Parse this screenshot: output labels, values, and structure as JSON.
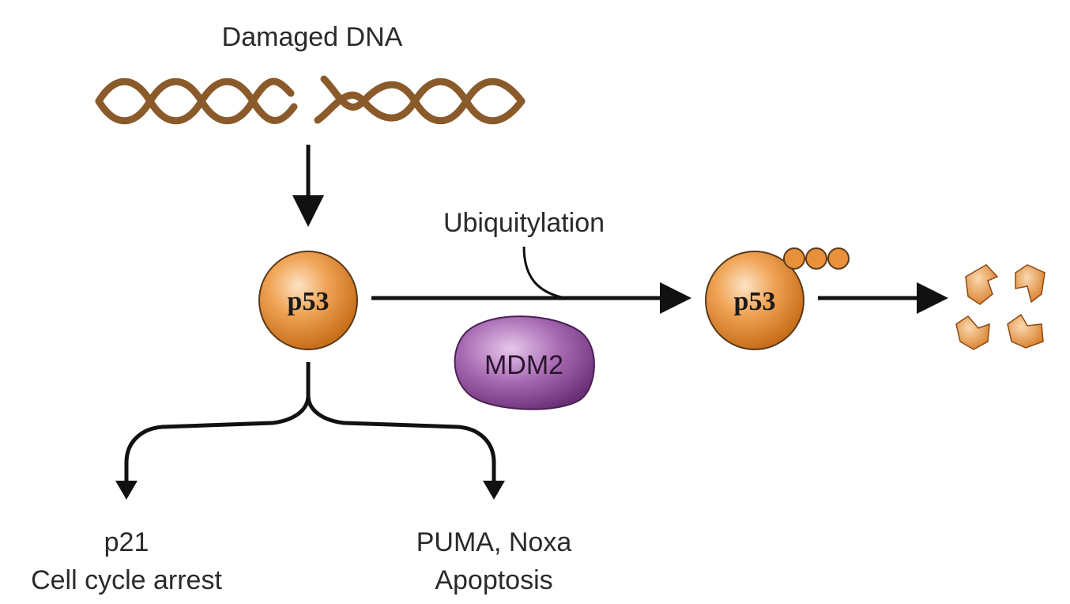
{
  "diagram": {
    "damaged_dna_label": "Damaged DNA",
    "p53_label": "p53",
    "p53_ub_label": "p53",
    "ubiquitylation_label": "Ubiquitylation",
    "mdm2_label": "MDM2",
    "left_outcome_line1": "p21",
    "left_outcome_line2": "Cell cycle arrest",
    "right_outcome_line1": "PUMA, Noxa",
    "right_outcome_line2": "Apoptosis"
  },
  "colors": {
    "dna": "#8b5a2b",
    "p53_fill": "#e8913a",
    "mdm2_fill": "#9b59a6",
    "arrow": "#111111"
  }
}
